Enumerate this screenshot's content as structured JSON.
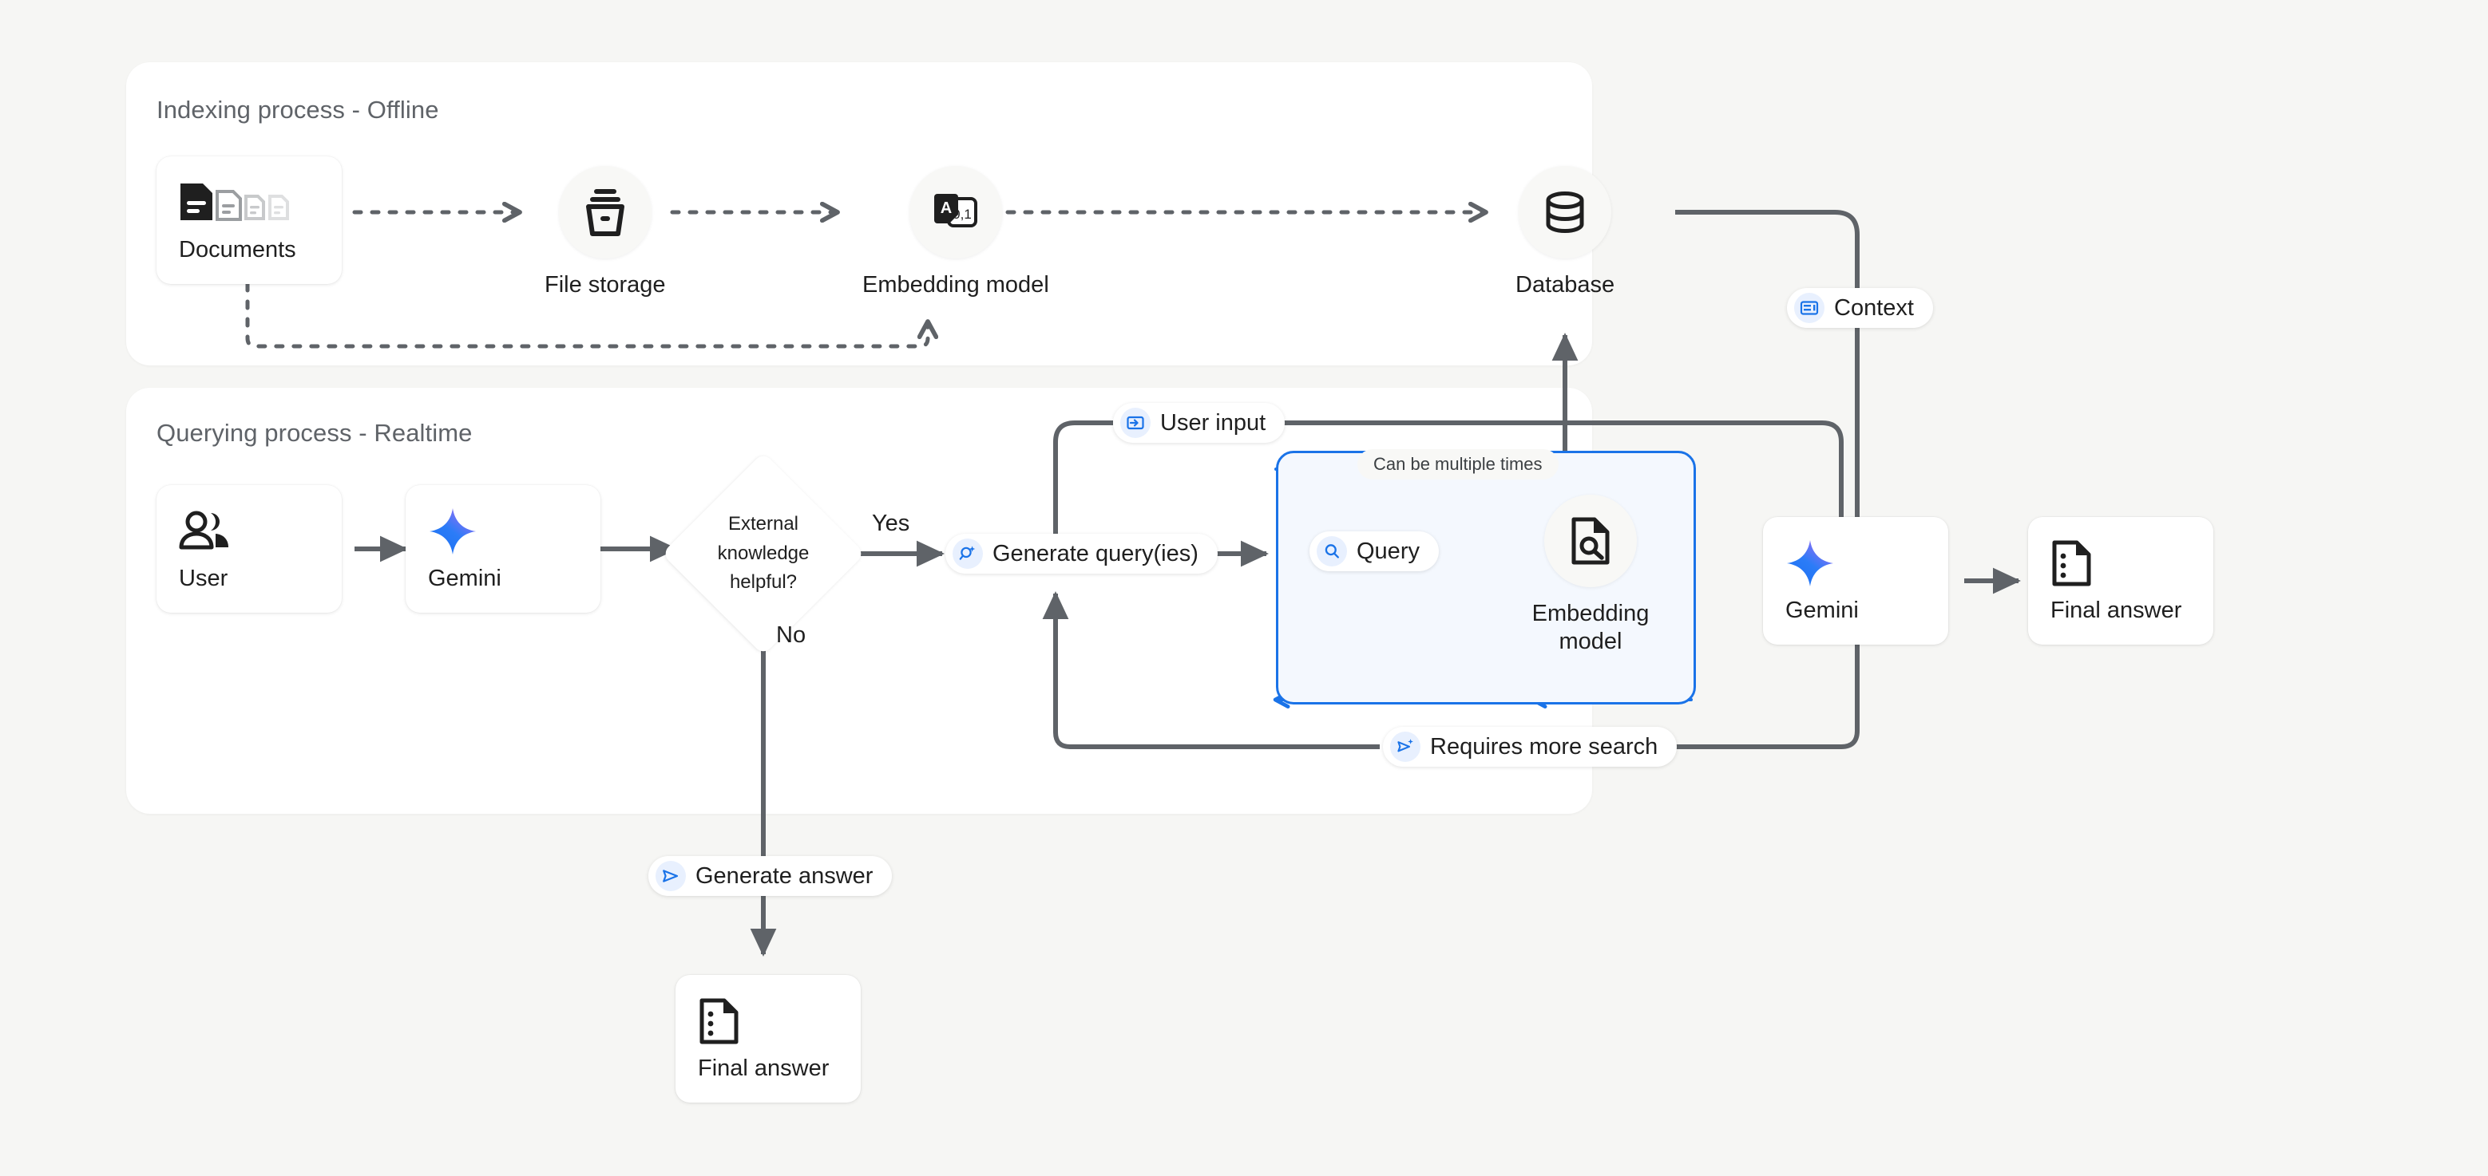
{
  "page": {
    "background": "#f6f6f4",
    "accent_blue": "#1a73e8",
    "arrow_gray": "#5f6368"
  },
  "panels": [
    {
      "id": "indexing",
      "title": "Indexing process - Offline"
    },
    {
      "id": "querying",
      "title": "Querying process - Realtime"
    }
  ],
  "indexing": {
    "nodes": [
      {
        "name": "documents",
        "label": "Documents",
        "icon": "documents-icon",
        "shape": "card"
      },
      {
        "name": "file-storage",
        "label": "File storage",
        "icon": "file-storage-icon",
        "shape": "circle"
      },
      {
        "name": "embedding-model",
        "label": "Embedding model",
        "icon": "embedding-model-icon",
        "shape": "circle"
      },
      {
        "name": "database",
        "label": "Database",
        "icon": "database-icon",
        "shape": "circle"
      }
    ]
  },
  "querying": {
    "nodes": [
      {
        "name": "user",
        "label": "User",
        "icon": "user-group-icon",
        "shape": "card"
      },
      {
        "name": "gemini",
        "label": "Gemini",
        "icon": "gemini-sparkle-icon",
        "shape": "card"
      },
      {
        "name": "embedding-model-query",
        "label": "Embedding model",
        "icon": "document-search-icon",
        "shape": "circle"
      },
      {
        "name": "gemini-answer",
        "label": "Gemini",
        "icon": "gemini-sparkle-icon",
        "shape": "card"
      },
      {
        "name": "final-answer-right",
        "label": "Final answer",
        "icon": "final-answer-icon",
        "shape": "card"
      },
      {
        "name": "final-answer-bottom",
        "label": "Final answer",
        "icon": "final-answer-icon",
        "shape": "card"
      }
    ],
    "decision": {
      "line1": "External",
      "line2": "knowledge",
      "line3": "helpful?"
    },
    "edge_labels": {
      "yes": "Yes",
      "no": "No",
      "multiple_times": "Can be multiple times"
    },
    "badges": [
      {
        "name": "context-badge",
        "label": "Context",
        "icon": "context-card-icon"
      },
      {
        "name": "user-input-badge",
        "label": "User input",
        "icon": "input-arrow-icon"
      },
      {
        "name": "generate-queries-badge",
        "label": "Generate query(ies)",
        "icon": "search-sparkle-icon"
      },
      {
        "name": "query-badge",
        "label": "Query",
        "icon": "search-icon"
      },
      {
        "name": "requires-more-search-badge",
        "label": "Requires more search",
        "icon": "send-sparkle-icon"
      },
      {
        "name": "generate-answer-badge",
        "label": "Generate answer",
        "icon": "send-icon"
      }
    ]
  }
}
